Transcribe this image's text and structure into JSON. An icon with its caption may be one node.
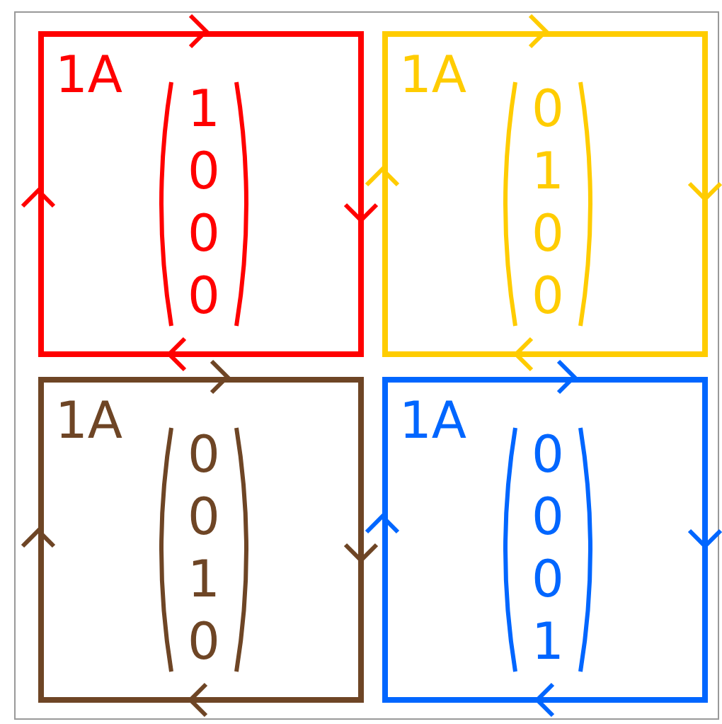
{
  "diagram": {
    "nodes": [
      {
        "text": [
          "1A",
          "1 0 0 0"
        ]
      },
      {
        "text": [
          "1A",
          "0 1 0 0"
        ]
      },
      {
        "text": [
          "1A",
          "0 0 1 0"
        ]
      },
      {
        "text": [
          "1A",
          "0 0 0 1"
        ]
      }
    ]
  }
}
